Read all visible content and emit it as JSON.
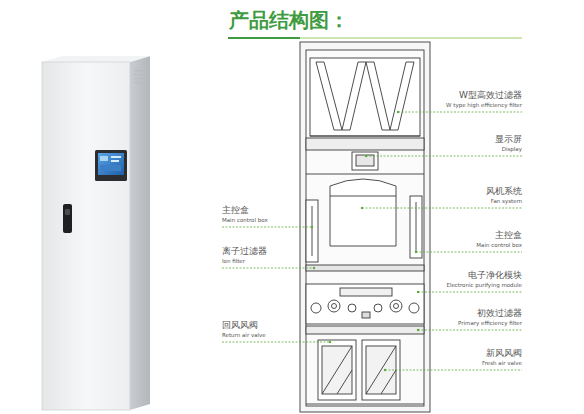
{
  "diagram": {
    "title": "产品结构图：",
    "labels": [
      "W型高效过滤器",
      "W type high efficiency filter",
      "显示屏",
      "Display",
      "风机系统",
      "Fan system",
      "主控盒",
      "Main control box",
      "主控盒",
      "Main control box",
      "离子过滤器",
      "Ion filter",
      "电子净化模块",
      "Electronic purifying module",
      "初效过滤器",
      "Primary efficiency filter",
      "回风风阀",
      "Return air valve",
      "新风风阀",
      "Fresh air valve"
    ]
  }
}
